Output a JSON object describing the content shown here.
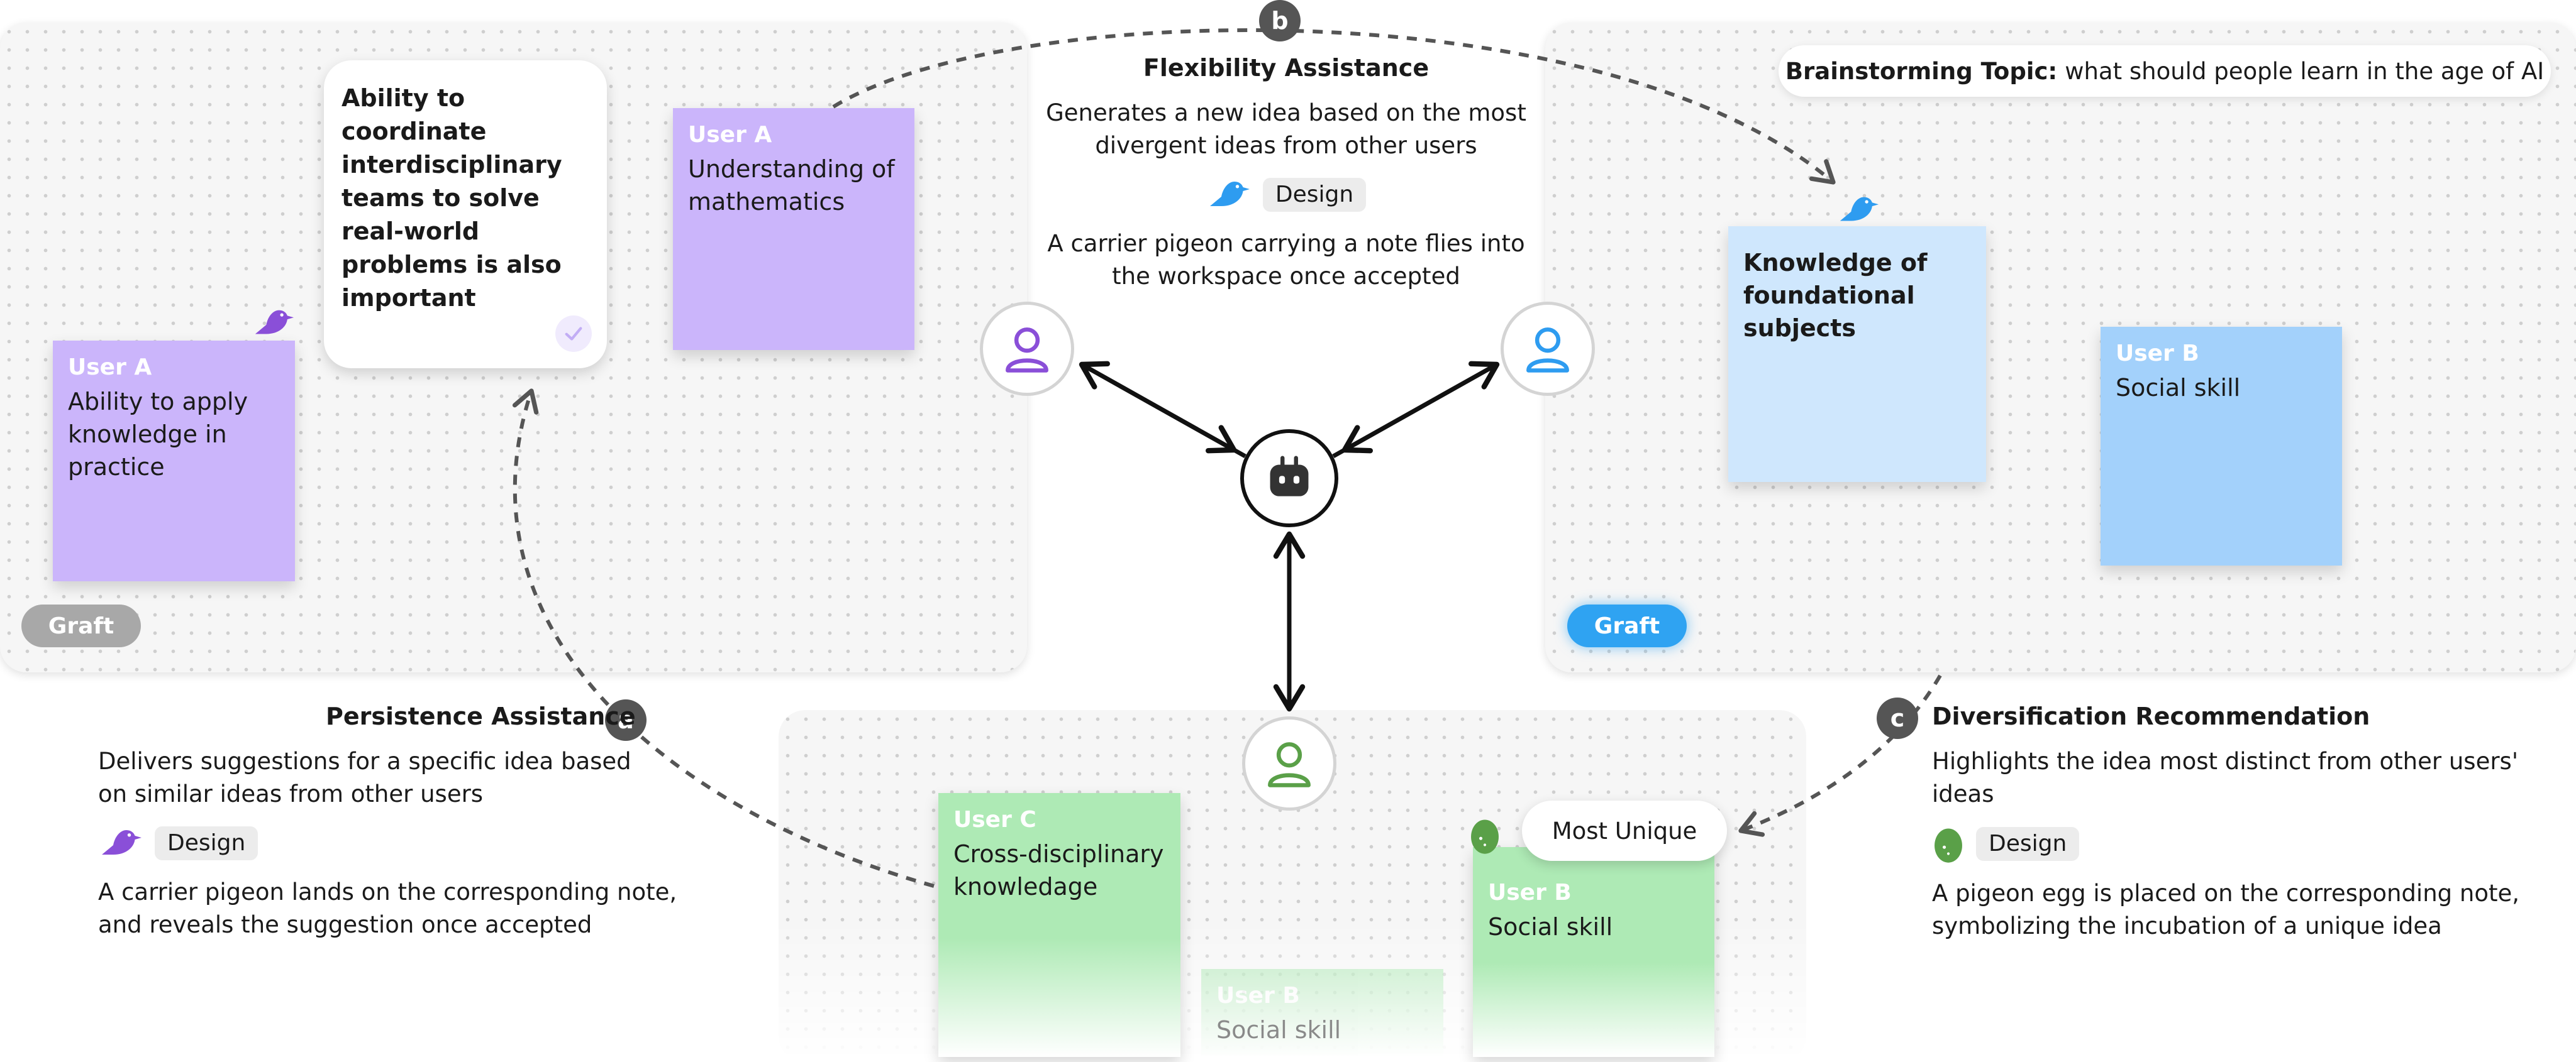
{
  "topic": {
    "label": "Brainstorming Topic:",
    "text": "what should people learn in the age of AI"
  },
  "left_panel": {
    "card_text": "Ability to coordinate interdisciplinary teams to solve real-world problems is also important",
    "notes": [
      {
        "user": "User A",
        "text": "Understanding of mathematics"
      },
      {
        "user": "User A",
        "text": "Ability to apply knowledge in practice"
      }
    ],
    "graft_label": "Graft"
  },
  "right_panel": {
    "notes": [
      {
        "user": "",
        "text": "Knowledge of foundational subjects"
      },
      {
        "user": "User B",
        "text": "Social skill"
      }
    ],
    "graft_label": "Graft"
  },
  "bottom_panel": {
    "notes": [
      {
        "user": "User C",
        "text": "Cross-disciplinary knowledage"
      },
      {
        "user": "User B",
        "text": "Social skill"
      },
      {
        "user": "User B",
        "text": "Social skill"
      }
    ],
    "most_unique_label": "Most Unique"
  },
  "flexibility": {
    "badge": "b",
    "title": "Flexibility Assistance",
    "desc": "Generates a new idea based on the most divergent ideas from other users",
    "tag": "Design",
    "detail": "A carrier pigeon carrying a note flies into the workspace once accepted"
  },
  "persistence": {
    "badge": "a",
    "title": "Persistence Assistance",
    "desc": "Delivers suggestions for a specific idea based on similar ideas from other users",
    "tag": "Design",
    "detail": "A carrier pigeon lands on the corresponding note, and reveals the suggestion once  accepted"
  },
  "diversification": {
    "badge": "c",
    "title": "Diversification Recommendation",
    "desc": "Highlights the idea most distinct from other users' ideas",
    "tag": "Design",
    "detail": "A pigeon egg is placed on the corresponding note, symbolizing the incubation of a unique idea"
  },
  "icons": {
    "pigeon_purple": "#8a4fd8",
    "pigeon_blue": "#2e9cf0",
    "egg": "#5aa048",
    "avatar_purple": "#8a4fd8",
    "avatar_blue": "#2e9cf0",
    "avatar_green": "#5aa048"
  }
}
